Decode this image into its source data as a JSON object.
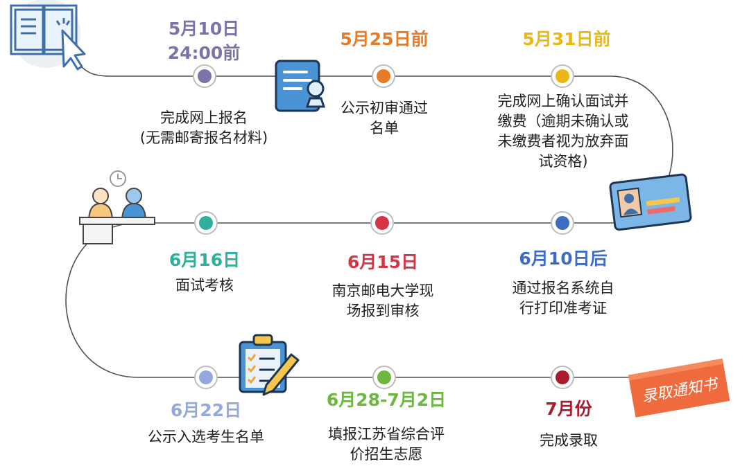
{
  "steps": [
    {
      "date": "5月10日",
      "date2": "24:00前",
      "desc": [
        "完成网上报名",
        "(无需邮寄报名材料)"
      ],
      "color": "#7a74a8"
    },
    {
      "date": "5月25日前",
      "desc": [
        "公示初审通过",
        "名单"
      ],
      "color": "#e77b27"
    },
    {
      "date": "5月31日前",
      "desc": [
        "完成网上确认面试并",
        "缴费（逾期未确认或",
        "未缴费者视为放弃面",
        "试资格)"
      ],
      "color": "#eab715"
    },
    {
      "date": "6月10日后",
      "desc": [
        "通过报名系统自",
        "行打印准考证"
      ],
      "color": "#3d6cc0"
    },
    {
      "date": "6月15日",
      "desc": [
        "南京邮电大学现",
        "场报到审核"
      ],
      "color": "#d53447"
    },
    {
      "date": "6月16日",
      "desc": [
        "面试考核"
      ],
      "color": "#2fae9b"
    },
    {
      "date": "6月22日",
      "desc": [
        "公示入选考生名单"
      ],
      "color": "#93a8dd"
    },
    {
      "date": "6月28-7月2日",
      "desc": [
        "填报江苏省综合评",
        "价招生志愿"
      ],
      "color": "#6db63f"
    },
    {
      "date": "7月份",
      "desc": [
        "完成录取"
      ],
      "color": "#a81d2d"
    }
  ],
  "notice_card_text": "录取通知书",
  "icons": [
    "book-cursor-icon",
    "document-stamp-icon",
    "id-card-icon",
    "interview-desk-icon",
    "clipboard-pencil-icon",
    "admission-notice-icon"
  ]
}
